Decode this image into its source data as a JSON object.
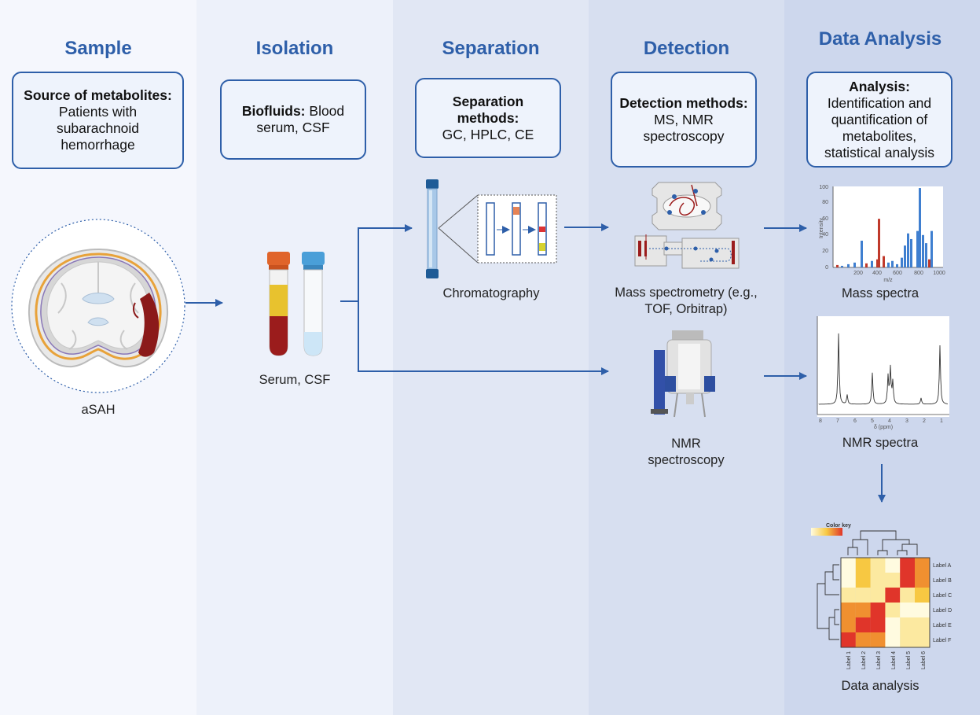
{
  "columns": [
    {
      "title": "Sample",
      "box_bold": "Source of metabolites:",
      "box_text": "Patients with subarachnoid hemorrhage"
    },
    {
      "title": "Isolation",
      "box_bold": "Biofluids:",
      "box_text": "Blood serum, CSF"
    },
    {
      "title": "Separation",
      "box_bold": "Separation methods:",
      "box_text": "GC, HPLC, CE"
    },
    {
      "title": "Detection",
      "box_bold": "Detection methods:",
      "box_text": "MS, NMR spectroscopy"
    },
    {
      "title": "Data Analysis",
      "box_bold": "Analysis:",
      "box_text": "Identification and quantification of metabolites, statistical analysis"
    }
  ],
  "captions": {
    "asah": "aSAH",
    "serum": "Serum, CSF",
    "chromatography": "Chromatography",
    "mass_spec": "Mass spectrometry (e.g., TOF, Orbitrap)",
    "nmr": "NMR spectroscopy",
    "mass_spectra": "Mass spectra",
    "nmr_spectra": "NMR spectra",
    "data_analysis": "Data analysis"
  },
  "mass_plot": {
    "ylabel": "Intensity",
    "xlabel": "m/z",
    "yticks": [
      "0",
      "20",
      "40",
      "60",
      "80",
      "100"
    ],
    "xticks": [
      "200",
      "400",
      "600",
      "800",
      "1000"
    ]
  },
  "nmr_plot": {
    "xlabel": "δ (ppm)",
    "xticks": [
      "8",
      "7",
      "6",
      "5",
      "4",
      "3",
      "2",
      "1"
    ]
  },
  "heatmap": {
    "color_key": "Color key",
    "row_labels": [
      "Label A",
      "Label B",
      "Label C",
      "Label D",
      "Label E",
      "Label F"
    ],
    "col_labels": [
      "Label 1",
      "Label 2",
      "Label 3",
      "Label 4",
      "Label 5",
      "Label 6"
    ]
  },
  "colors": {
    "accent": "#2e5fa9",
    "blood": "#9b1c1c",
    "plasma": "#e8c22e",
    "cap_orange": "#e0642a",
    "cap_blue": "#4a9fd8",
    "spectrum_blue": "#3f7fd0",
    "spectrum_red": "#c0392b"
  }
}
